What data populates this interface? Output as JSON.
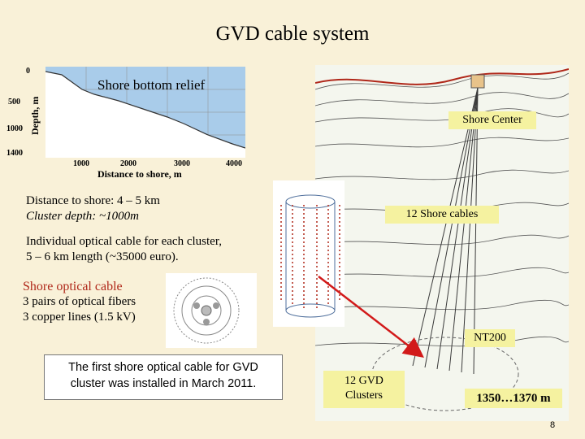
{
  "title": "GVD cable system",
  "profile": {
    "title": "Shore bottom relief",
    "ylabel": "Depth, m",
    "xlabel": "Distance to shore, m",
    "yticks": [
      "0",
      "500",
      "1000",
      "1400"
    ],
    "xticks": [
      "1000",
      "2000",
      "3000",
      "4000"
    ]
  },
  "info": {
    "distance_line": "Distance to shore:  4 – 5 km",
    "depth_line": "Cluster depth:  ~1000m",
    "cable_line1": "Individual optical cable for each cluster,",
    "cable_line2": "5 – 6 km length (~35000 euro)."
  },
  "optical": {
    "title": "Shore optical cable",
    "line1": " 3 pairs of optical fibers",
    "line2": " 3 copper  lines (1.5 kV)"
  },
  "note": {
    "line1": "The first shore optical cable  for GVD",
    "line2": "cluster was installed in March 2011."
  },
  "map": {
    "shore_center": "Shore Center",
    "shore_cables": "12 Shore cables",
    "nt200": "NT200",
    "gvd_line1": "12 GVD",
    "gvd_line2": "Clusters",
    "depth_range": "1350…1370 m"
  },
  "page_number": "8",
  "colors": {
    "background": "#f9f1d8",
    "label_fill": "#f5f2a0",
    "accent_red": "#b0281a",
    "profile_fill": "#a9ccea"
  }
}
